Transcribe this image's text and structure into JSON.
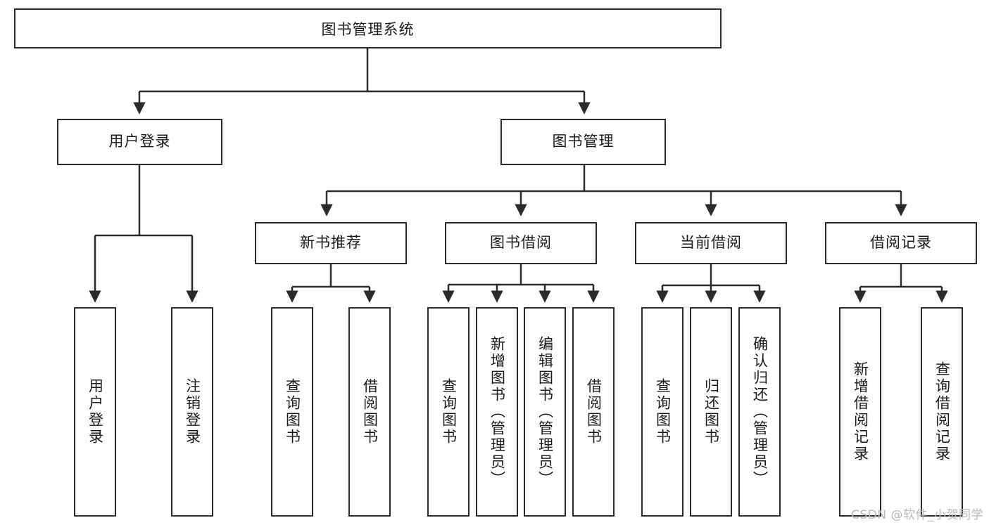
{
  "diagram": {
    "title": "图书管理系统",
    "type": "tree-hierarchy-chart",
    "root": {
      "id": "root",
      "label": "图书管理系统"
    },
    "level2": [
      {
        "id": "user-login",
        "label": "用户登录"
      },
      {
        "id": "book-manage",
        "label": "图书管理"
      }
    ],
    "level3": [
      {
        "id": "new-book-recommend",
        "label": "新书推荐",
        "parent": "book-manage"
      },
      {
        "id": "book-borrow",
        "label": "图书借阅",
        "parent": "book-manage"
      },
      {
        "id": "current-borrow",
        "label": "当前借阅",
        "parent": "book-manage"
      },
      {
        "id": "borrow-record",
        "label": "借阅记录",
        "parent": "book-manage"
      }
    ],
    "leaves": [
      {
        "id": "leaf-user-login",
        "label": "用户登录",
        "parent": "user-login"
      },
      {
        "id": "leaf-logout-login",
        "label": "注销登录",
        "parent": "user-login"
      },
      {
        "id": "leaf-query-book-1",
        "label": "查询图书",
        "parent": "new-book-recommend"
      },
      {
        "id": "leaf-borrow-book-1",
        "label": "借阅图书",
        "parent": "new-book-recommend"
      },
      {
        "id": "leaf-query-book-2",
        "label": "查询图书",
        "parent": "book-borrow"
      },
      {
        "id": "leaf-add-book",
        "label": "新增图书（管理员）",
        "parent": "book-borrow"
      },
      {
        "id": "leaf-edit-book",
        "label": "编辑图书（管理员）",
        "parent": "book-borrow"
      },
      {
        "id": "leaf-borrow-book-2",
        "label": "借阅图书",
        "parent": "book-borrow"
      },
      {
        "id": "leaf-query-book-3",
        "label": "查询图书",
        "parent": "current-borrow"
      },
      {
        "id": "leaf-return-book",
        "label": "归还图书",
        "parent": "current-borrow"
      },
      {
        "id": "leaf-confirm-return",
        "label": "确认归还（管理员）",
        "parent": "current-borrow"
      },
      {
        "id": "leaf-add-record",
        "label": "新增借阅记录",
        "parent": "borrow-record"
      },
      {
        "id": "leaf-query-record",
        "label": "查询借阅记录",
        "parent": "borrow-record"
      }
    ],
    "watermark": "CSDN @软件_小贺同学",
    "colors": {
      "stroke": "#2b2b2b",
      "background": "#ffffff",
      "text": "#1a1a1a",
      "watermark": "#b9b9b9"
    }
  }
}
